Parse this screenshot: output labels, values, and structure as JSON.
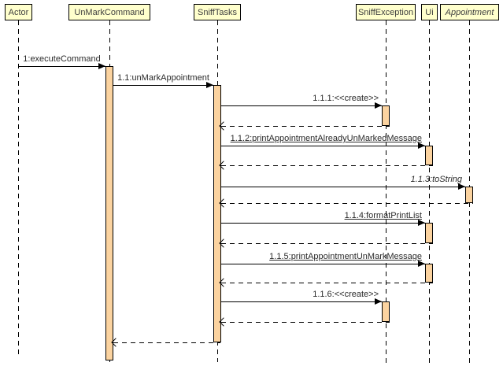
{
  "diagram": {
    "type": "uml-sequence-diagram",
    "colors": {
      "background": "#ffffff",
      "head_fill": "#ffffcc",
      "activation_fill": "#fbd3a0",
      "line": "#000000"
    },
    "lifelines": [
      {
        "name": "Actor",
        "italic": false
      },
      {
        "name": "UnMarkCommand",
        "italic": false
      },
      {
        "name": "SniffTasks",
        "italic": false
      },
      {
        "name": "SniffException",
        "italic": false
      },
      {
        "name": "Ui",
        "italic": false
      },
      {
        "name": "Appointment",
        "italic": true
      }
    ],
    "messages": [
      {
        "label": "1:executeCommand",
        "from": "Actor",
        "to": "UnMarkCommand",
        "type": "call",
        "underline": false,
        "italic": false
      },
      {
        "label": "1.1:unMarkAppointment",
        "from": "UnMarkCommand",
        "to": "SniffTasks",
        "type": "call",
        "underline": false,
        "italic": false
      },
      {
        "label": "1.1.1:<<create>>",
        "from": "SniffTasks",
        "to": "SniffException",
        "type": "call",
        "underline": false,
        "italic": false
      },
      {
        "label": "",
        "from": "SniffException",
        "to": "SniffTasks",
        "type": "return"
      },
      {
        "label": "1.1.2:printAppointmentAlreadyUnMarkedMessage",
        "from": "SniffTasks",
        "to": "Ui",
        "type": "call",
        "underline": true,
        "italic": false
      },
      {
        "label": "",
        "from": "Ui",
        "to": "SniffTasks",
        "type": "return"
      },
      {
        "label": "1.1.3:toString",
        "from": "SniffTasks",
        "to": "Appointment",
        "type": "call",
        "underline": false,
        "italic": true
      },
      {
        "label": "",
        "from": "Appointment",
        "to": "SniffTasks",
        "type": "return"
      },
      {
        "label": "1.1.4:formatPrintList",
        "from": "SniffTasks",
        "to": "Ui",
        "type": "call",
        "underline": true,
        "italic": false
      },
      {
        "label": "",
        "from": "Ui",
        "to": "SniffTasks",
        "type": "return"
      },
      {
        "label": "1.1.5:printAppointmentUnMarkMessage",
        "from": "SniffTasks",
        "to": "Ui",
        "type": "call",
        "underline": true,
        "italic": false
      },
      {
        "label": "",
        "from": "Ui",
        "to": "SniffTasks",
        "type": "return"
      },
      {
        "label": "1.1.6:<<create>>",
        "from": "SniffTasks",
        "to": "SniffException",
        "type": "call",
        "underline": false,
        "italic": false
      },
      {
        "label": "",
        "from": "SniffException",
        "to": "SniffTasks",
        "type": "return"
      },
      {
        "label": "",
        "from": "SniffTasks",
        "to": "UnMarkCommand",
        "type": "return"
      }
    ]
  }
}
